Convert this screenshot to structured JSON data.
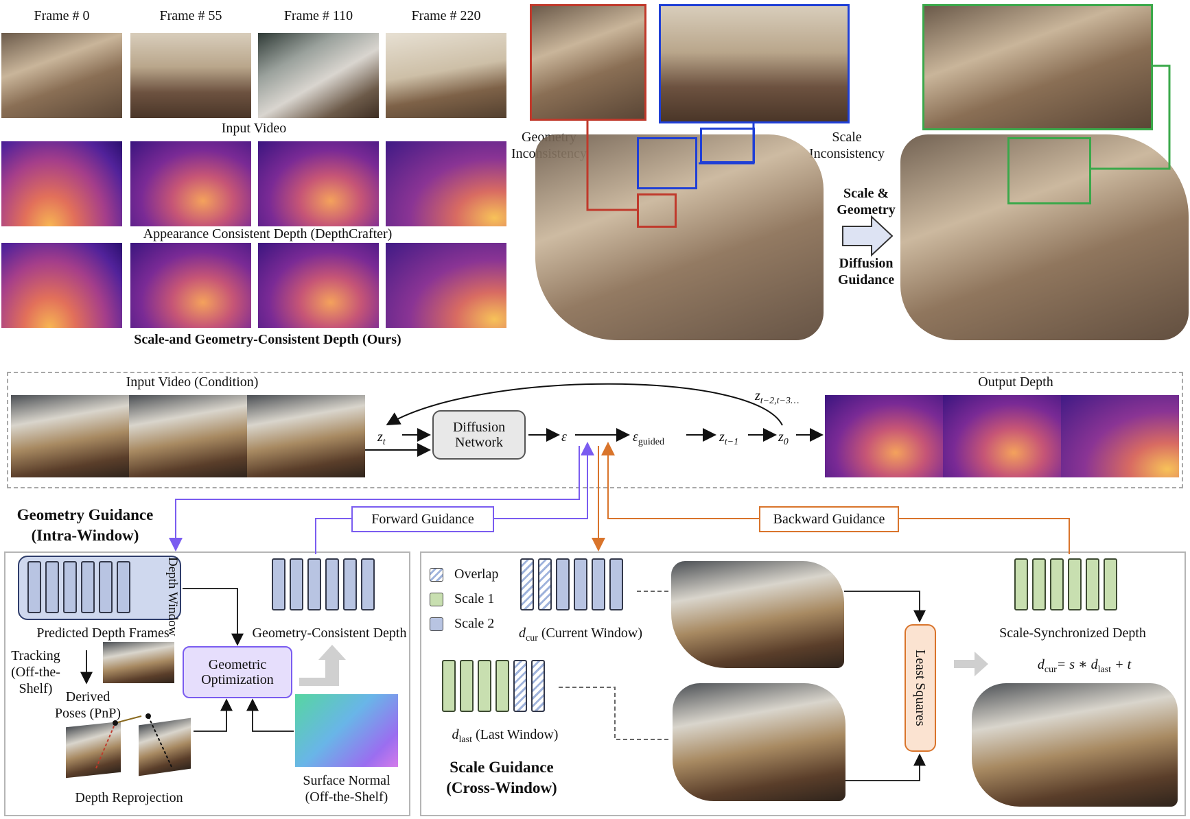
{
  "top": {
    "frame_labels": [
      "Frame # 0",
      "Frame # 55",
      "Frame # 110",
      "Frame # 220"
    ],
    "row_labels": {
      "input": "Input Video",
      "depthcrafter": "Appearance Consistent Depth (DepthCrafter)",
      "ours": "Scale-and Geometry-Consistent Depth (Ours)"
    },
    "geometry_inconsistency": [
      "Geometry",
      "Inconsistency"
    ],
    "scale_inconsistency": [
      "Scale",
      "Inconsistency"
    ],
    "arrow_label": [
      "Scale &",
      "Geometry",
      "Diffusion",
      "Guidance"
    ]
  },
  "pipeline": {
    "input_label": "Input Video (Condition)",
    "output_label": "Output Depth",
    "z_t": "z",
    "z_t_sub": "t",
    "diffusion_network": [
      "Diffusion",
      "Network"
    ],
    "epsilon": "ε",
    "epsilon_guided": "ε",
    "epsilon_guided_sub": "guided",
    "z_t_minus_1": "z",
    "z_t_minus_1_sub": "t−1",
    "z_0": "z",
    "z_0_sub": "0",
    "z_history": "z",
    "z_history_sub": "t−2,t−3…"
  },
  "geometry_guidance": {
    "title": [
      "Geometry Guidance",
      "(Intra-Window)"
    ],
    "depth_window": "Depth Window",
    "predicted_depth": "Predicted Depth Frames",
    "geometry_consistent_depth": "Geometry-Consistent Depth",
    "tracking": [
      "Tracking",
      "(Off-the-",
      "Shelf)"
    ],
    "derived_poses": [
      "Derived",
      "Poses (PnP)"
    ],
    "geometric_optimization": [
      "Geometric",
      "Optimization"
    ],
    "depth_reprojection": "Depth Reprojection",
    "surface_normal": [
      "Surface Normal",
      "(Off-the-Shelf)"
    ]
  },
  "guidance_labels": {
    "forward": "Forward Guidance",
    "backward": "Backward Guidance"
  },
  "scale_guidance": {
    "legend": [
      "Overlap",
      "Scale 1",
      "Scale 2"
    ],
    "d_cur": "d",
    "d_cur_sub": "cur",
    "d_cur_label": "(Current Window)",
    "d_last": "d",
    "d_last_sub": "last",
    "d_last_label": "(Last Window)",
    "least_squares": "Least Squares",
    "scale_synchronized": "Scale-Synchronized Depth",
    "formula_d": "d",
    "formula_d_sub": "cur",
    "formula_rest": "= s ∗ d",
    "formula_last_sub": "last",
    "formula_tail": " + t",
    "title": [
      "Scale Guidance",
      "(Cross-Window)"
    ]
  },
  "colors": {
    "red": "#c0392b",
    "blue": "#1f3fd6",
    "green": "#3aa84a",
    "purple": "#7a5cf0",
    "orange": "#d9742b",
    "scale1": "#c8dfb0",
    "scale2": "#b8c4e2"
  }
}
